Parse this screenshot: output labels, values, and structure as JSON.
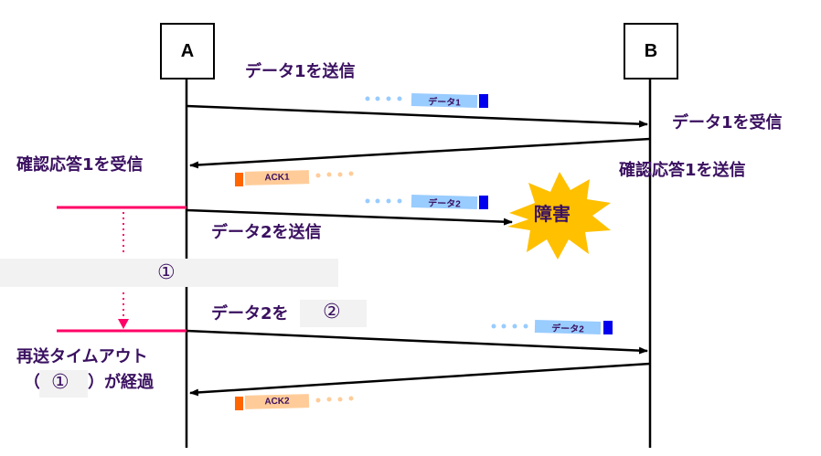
{
  "nodes": {
    "a": "A",
    "b": "B"
  },
  "labels": {
    "send_data1": "データ1を送信",
    "recv_data1": "データ1を受信",
    "recv_ack1": "確認応答1を受信",
    "send_ack1": "確認応答1を送信",
    "send_data2": "データ2を送信",
    "resend_prefix": "データ2を",
    "blank2": "②",
    "blank1": "①",
    "timeout_line1": "再送タイムアウト",
    "timeout_open": "（",
    "timeout_close": "）が経過",
    "failure": "障害"
  },
  "packets": {
    "data1": "データ1",
    "ack1": "ACK1",
    "data2": "データ2",
    "data2_resend": "データ2",
    "ack2": "ACK2"
  },
  "colors": {
    "text": "#3a1060",
    "data": "#99ccff",
    "data_tag": "#0000ee",
    "ack": "#ffcc99",
    "ack_tag": "#ff6600",
    "timer": "#ff0066",
    "burst": "#ffc000"
  }
}
